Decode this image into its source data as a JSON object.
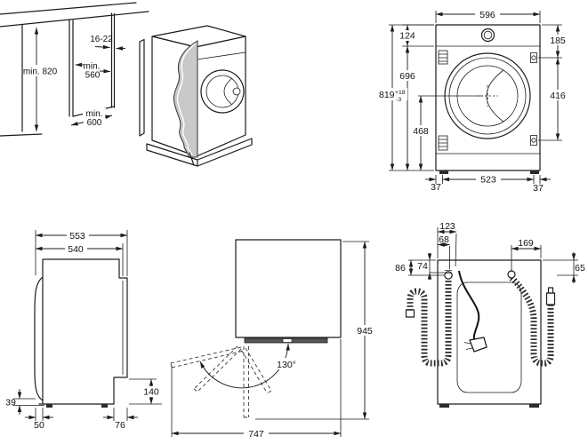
{
  "figure": {
    "type": "appliance installation dimension diagram",
    "line_color": "#1c1c1c",
    "panel_gray": "#c9c9c9",
    "background": "#ffffff"
  },
  "niche_view": {
    "min_height": "min. 820",
    "panel_thickness": "16-22",
    "min_depth_line1": "min.",
    "min_depth_line2": "560",
    "min_width_line1": "min.",
    "min_width_line2": "600"
  },
  "front_view": {
    "width": "596",
    "top_panel_height": "124",
    "upper_height": "696",
    "total_height": "819",
    "total_height_tol_plus": "+18",
    "total_height_tol_minus": "-3",
    "center_to_floor": "468",
    "top_to_hinge": "185",
    "hinge_spacing": "416",
    "foot_offset_left": "37",
    "foot_spacing": "523",
    "foot_offset_right": "37"
  },
  "side_view": {
    "total_depth": "553",
    "body_depth": "540",
    "door_clearance": "39",
    "front_foot_offset": "50",
    "rear_recess_depth": "76",
    "rear_recess_height": "140"
  },
  "door_view": {
    "opening_angle": "130°",
    "height": "945",
    "clearance_depth": "747"
  },
  "rear_view": {
    "drain_offset_outer": "123",
    "drain_offset_inner": "68",
    "inlet_offset": "169",
    "drain_height": "86",
    "cord_height": "74",
    "inlet_height": "65"
  }
}
